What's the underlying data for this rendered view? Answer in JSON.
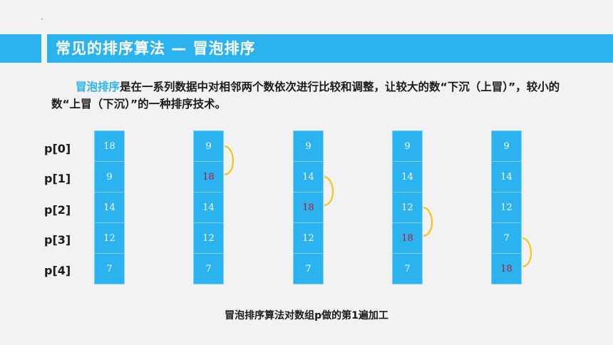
{
  "title": "常见的排序算法 — 冒泡排序",
  "intro": {
    "highlight": "冒泡排序",
    "text": "是在一系列数据中对相邻两个数依次进行比较和调整，让较大的数“下沉（上冒）”，较小的数“上冒（下沉）”的一种排序技术。"
  },
  "row_labels": [
    "p[0]",
    "p[1]",
    "p[2]",
    "p[3]",
    "p[4]"
  ],
  "columns": [
    {
      "values": [
        "18",
        "9",
        "14",
        "12",
        "7"
      ],
      "highlight_index": -1,
      "swap_pair_index": -1
    },
    {
      "values": [
        "9",
        "18",
        "14",
        "12",
        "7"
      ],
      "highlight_index": 1,
      "swap_pair_index": 0
    },
    {
      "values": [
        "9",
        "14",
        "18",
        "12",
        "7"
      ],
      "highlight_index": 2,
      "swap_pair_index": 1
    },
    {
      "values": [
        "9",
        "14",
        "12",
        "18",
        "7"
      ],
      "highlight_index": 3,
      "swap_pair_index": 2
    },
    {
      "values": [
        "9",
        "14",
        "12",
        "7",
        "18"
      ],
      "highlight_index": 4,
      "swap_pair_index": 3
    }
  ],
  "caption": "冒泡排序算法对数组p做的第1遍加工",
  "colors": {
    "accent": "#2ab3ee",
    "highlight_value": "#c8102e",
    "arc": "#f5c518"
  }
}
